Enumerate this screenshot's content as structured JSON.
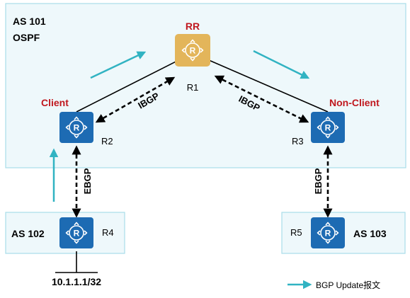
{
  "as_boxes": {
    "as101": {
      "name": "AS 101",
      "protocol": "OSPF"
    },
    "as102": {
      "name": "AS 102"
    },
    "as103": {
      "name": "AS 103"
    }
  },
  "routers": {
    "r1": {
      "role": "RR",
      "name": "R1"
    },
    "r2": {
      "role": "Client",
      "name": "R2"
    },
    "r3": {
      "role": "Non-Client",
      "name": "R3"
    },
    "r4": {
      "name": "R4"
    },
    "r5": {
      "name": "R5"
    }
  },
  "links": {
    "r1_r2": "IBGP",
    "r1_r3": "IBGP",
    "r2_r4": "EBGP",
    "r3_r5": "EBGP"
  },
  "prefix": "10.1.1.1/32",
  "legend": {
    "label": "BGP Update报文"
  },
  "colors": {
    "as_box_fill": "#eef8fb",
    "as_box_border": "#a9dde8",
    "router_blue": "#1d6bb3",
    "router_rr": "#e3b55a",
    "role_text": "#c0181f",
    "update_arrow": "#31b3c2"
  },
  "icons": {
    "router": "router-icon",
    "update_arrow": "arrow-icon"
  }
}
